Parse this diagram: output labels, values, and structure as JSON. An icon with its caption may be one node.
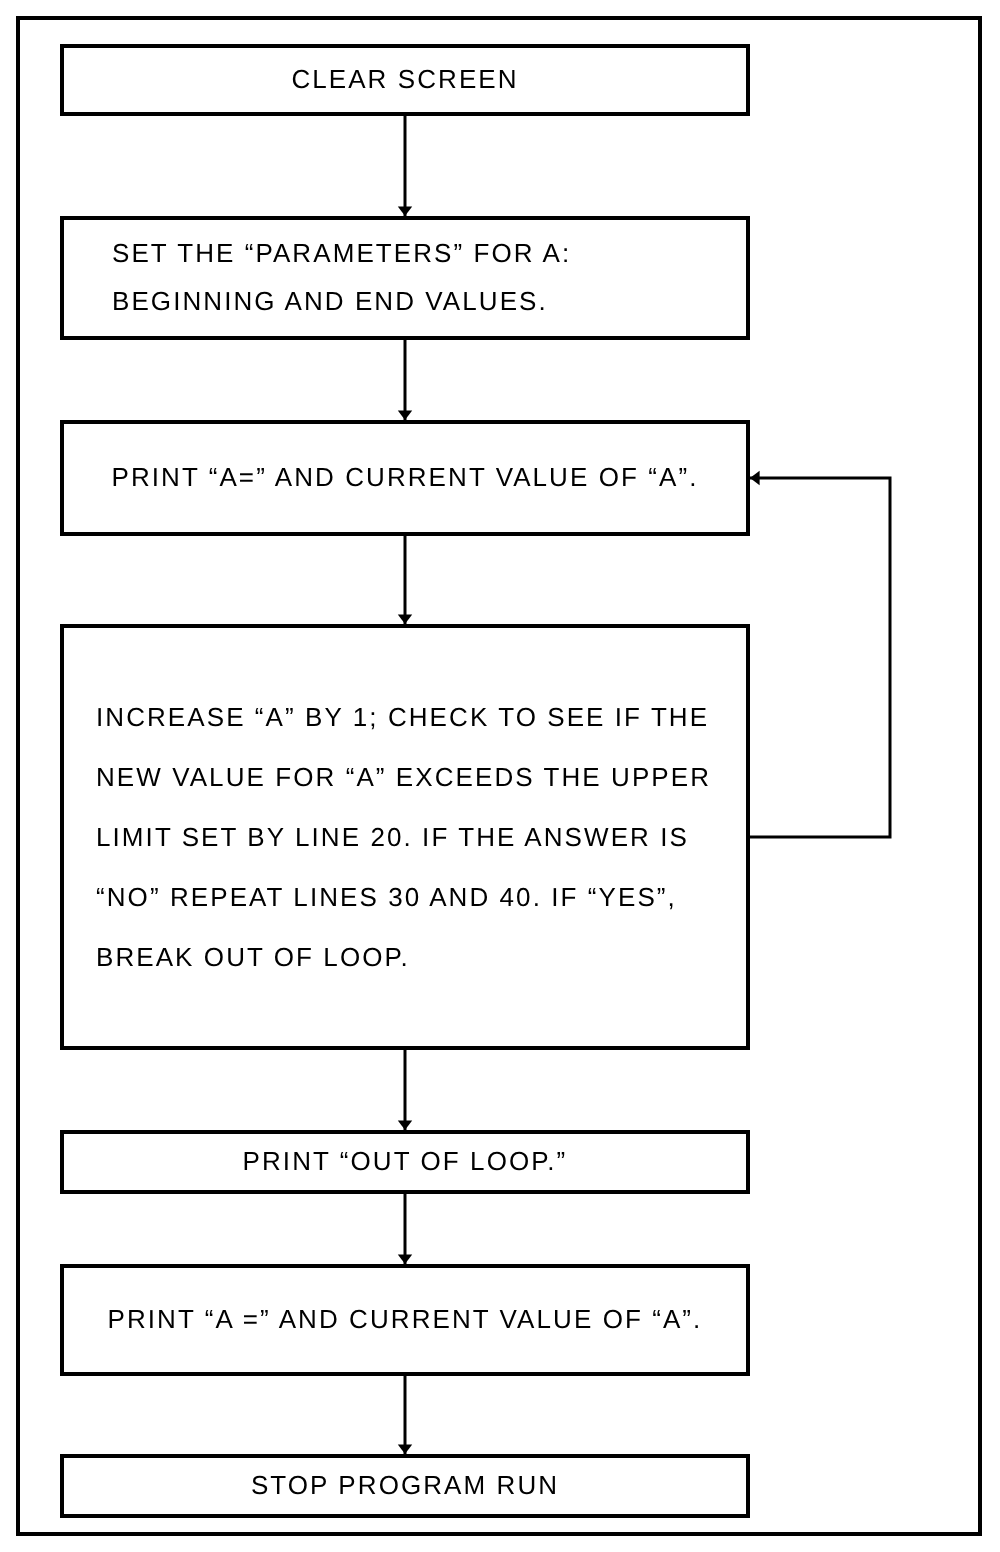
{
  "diagram": {
    "nodes": [
      {
        "text": [
          "CLEAR SCREEN"
        ]
      },
      {
        "text": [
          "SET THE “PARAMETERS” FOR A: BEGINNING AND END VALUES."
        ]
      },
      {
        "text": [
          "PRINT “A=” AND CURRENT VALUE OF “A”."
        ]
      },
      {
        "text": [
          "INCREASE “A” BY 1; CHECK TO SEE IF THE NEW VALUE FOR “A” EXCEEDS THE UPPER LIMIT SET BY LINE 20. IF THE ANSWER IS “NO” REPEAT LINES 30 AND 40. IF “YES”, BREAK OUT OF LOOP."
        ]
      },
      {
        "text": [
          "PRINT “OUT OF LOOP.”"
        ]
      },
      {
        "text": [
          "PRINT “A =” AND CURRENT VALUE OF “A”."
        ]
      },
      {
        "text": [
          "STOP PROGRAM RUN"
        ]
      }
    ],
    "edges": [
      {
        "from": 0,
        "to": 1,
        "arrow": "to"
      },
      {
        "from": 1,
        "to": 2,
        "arrow": "to"
      },
      {
        "from": 2,
        "to": 3,
        "arrow": "to"
      },
      {
        "from": 3,
        "to": 2,
        "arrow": "to"
      },
      {
        "from": 3,
        "to": 4,
        "arrow": "to"
      },
      {
        "from": 4,
        "to": 5,
        "arrow": "to"
      },
      {
        "from": 5,
        "to": 6,
        "arrow": "to"
      }
    ]
  }
}
